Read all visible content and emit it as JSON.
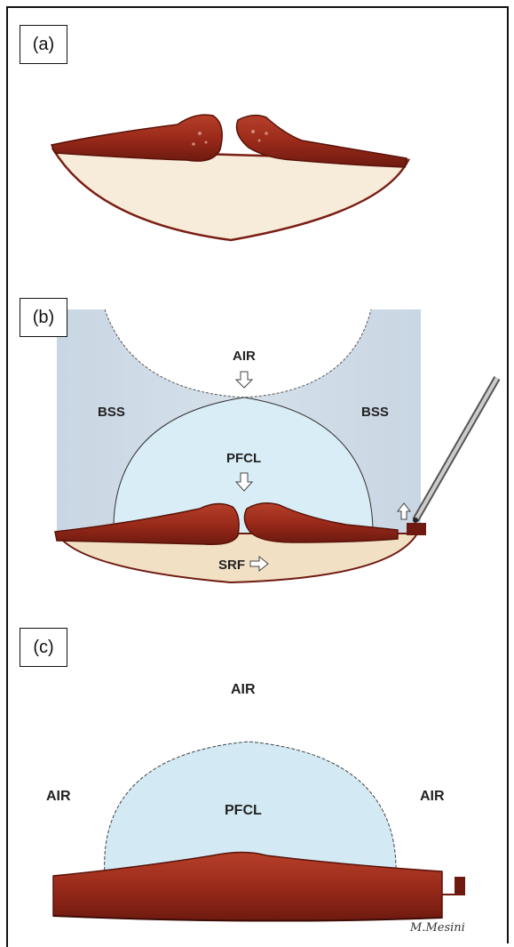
{
  "panels": {
    "a": {
      "label": "(a)"
    },
    "b": {
      "label": "(b)",
      "air": "AIR",
      "bss_left": "BSS",
      "bss_right": "BSS",
      "pfcl": "PFCL",
      "srf": "SRF"
    },
    "c": {
      "label": "(c)",
      "air_top": "AIR",
      "air_left": "AIR",
      "air_right": "AIR",
      "pfcl": "PFCL"
    }
  },
  "colors": {
    "retina_red": "#9c2a1c",
    "retina_dark": "#6a1a10",
    "cream": "#f4ead8",
    "bss_blue": "#cfdbe6",
    "pfcl_blue": "#d6ecf5",
    "frame": "#111111"
  },
  "icons": [
    "down-arrow-icon",
    "right-arrow-icon",
    "up-arrow-icon",
    "cannula-icon"
  ]
}
